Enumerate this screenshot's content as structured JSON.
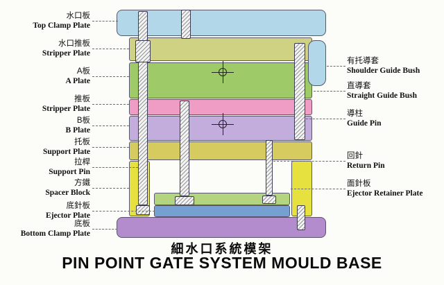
{
  "title": {
    "cn": "細水口系統模架",
    "en": "PIN POINT GATE SYSTEM MOULD BASE"
  },
  "left_labels": [
    {
      "cn": "水口板",
      "en": "Top Clamp Plate"
    },
    {
      "cn": "水口推板",
      "en": "Stripper Plate"
    },
    {
      "cn": "A板",
      "en": "A Plate"
    },
    {
      "cn": "推板",
      "en": "Stripper Plate"
    },
    {
      "cn": "B板",
      "en": "B Plate"
    },
    {
      "cn": "托板",
      "en": "Support Plate"
    },
    {
      "cn": "拉桿",
      "en": "Support Pin"
    },
    {
      "cn": "方鐵",
      "en": "Spacer Block"
    },
    {
      "cn": "底針板",
      "en": "Ejector Plate"
    },
    {
      "cn": "底板",
      "en": "Bottom Clamp Plate"
    }
  ],
  "right_labels": [
    {
      "cn": "有托導套",
      "en": "Shoulder Guide Bush"
    },
    {
      "cn": "直導套",
      "en": "Straight Guide Bush"
    },
    {
      "cn": "導柱",
      "en": "Guide Pin"
    },
    {
      "cn": "回針",
      "en": "Return Pin"
    },
    {
      "cn": "面針板",
      "en": "Ejector Retainer Plate"
    }
  ],
  "colors": {
    "top_clamp_plate": "#b2d7e8",
    "stripper_plate_upper": "#cfd183",
    "a_plate": "#9eca68",
    "stripper_plate_lower": "#ef9dc5",
    "b_plate": "#c2addc",
    "support_plate": "#d5cb5e",
    "spacer_block": "#e6e13f",
    "ejector_retainer_plate": "#b4d47f",
    "ejector_plate": "#76a0d2",
    "bottom_clamp_plate": "#b38ccd",
    "guide_bush": "#b2d7e8"
  }
}
